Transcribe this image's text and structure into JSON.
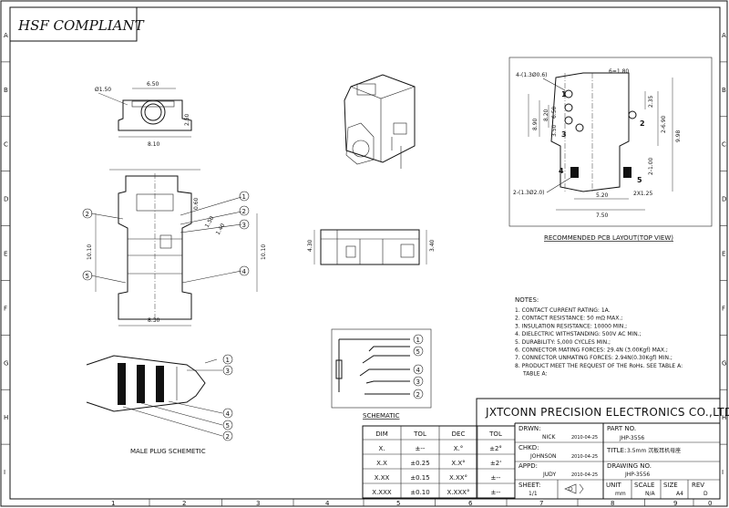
{
  "compliance_label": "HSF COMPLIANT",
  "border": {
    "rows": [
      "A",
      "B",
      "C",
      "D",
      "E",
      "F",
      "G",
      "H",
      "I"
    ],
    "cols": [
      "1",
      "2",
      "3",
      "4",
      "5",
      "6",
      "7",
      "8",
      "9",
      "0"
    ]
  },
  "top_view": {
    "dim_width": "8.10",
    "dim_inner": "6.50",
    "dim_hole": "Ø1.50",
    "dim_height": "2.50"
  },
  "side_view": {
    "dim_left": "10.10",
    "dim_right": "10.10",
    "dim_bottom": "8.30",
    "dim_top": "0.60",
    "dim_a": "1.50",
    "dim_b": "1.40"
  },
  "front_view": {
    "dim_left": "4.30",
    "dim_right": "3.40"
  },
  "pcb_layout": {
    "caption": "RECOMMENDED PCB LAYOUT(TOP VIEW)",
    "dim_spacing": "6=1.80",
    "dim_hole_top": "4-(1.3Ø0.6)",
    "dim_hole_bottom": "2-(1.3Ø2.0)",
    "dim_w1": "5.20",
    "dim_w2": "7.50",
    "dim_slot": "2X1.25",
    "dim_h1": "2.35",
    "dim_h2": "2-6.90",
    "dim_h3": "9.98",
    "dim_h4": "2-1.00",
    "dim_v1": "8.90",
    "dim_v2": "8.20",
    "dim_v3": "6.50",
    "dim_v4": "3.50",
    "pins": [
      "1",
      "2",
      "3",
      "4",
      "5"
    ]
  },
  "callouts": [
    "1",
    "2",
    "3",
    "4",
    "5"
  ],
  "notes": {
    "title": "NOTES:",
    "items": [
      "1. CONTACT CURRENT RATING: 1A.",
      "2. CONTACT RESISTANCE: 50 mΩ MAX.;",
      "3. INSULATION RESISTANCE: 10000 MIN.;",
      "4. DIELECTRIC WITHSTANDING: 500V AC MIN.;",
      "5. DURABILITY: 5,000 CYCLES MIN.;",
      "6. CONNECTOR MATING FORCES: 29.4N (3.00Kgf) MAX.;",
      "7. CONNECTOR UNMATING FORCES: 2.94N(0.30Kgf) MIN.;",
      "8. PRODUCT MEET THE REQUEST OF THE RoHs. SEE TABLE A:",
      "TABLE A:"
    ]
  },
  "schematic": {
    "caption": "SCHEMATIC",
    "pins": [
      "1",
      "5",
      "4",
      "3",
      "2"
    ]
  },
  "plug": {
    "caption": "MALE PLUG SCHEMETIC",
    "callouts": [
      "1",
      "3",
      "4",
      "5",
      "2"
    ]
  },
  "tolerance": {
    "headers": [
      "DIM",
      "TOL",
      "DEC",
      "TOL"
    ],
    "rows": [
      [
        "X.",
        "±--",
        "X.°",
        "±2°"
      ],
      [
        "X.X",
        "±0.25",
        "X.X°",
        "±2'"
      ],
      [
        "X.XX",
        "±0.15",
        "X.XX°",
        "±--"
      ],
      [
        "X.XXX",
        "±0.10",
        "X.XXX°",
        "±--"
      ]
    ]
  },
  "title_block": {
    "company": "JXTCONN PRECISION ELECTRONICS CO.,LTD",
    "drwn_label": "DRWN:",
    "drwn_name": "NICK",
    "drwn_date": "2010-04-25",
    "chkd_label": "CHKD:",
    "chkd_name": "JOHNSON",
    "chkd_date": "2010-04-25",
    "appd_label": "APPD:",
    "appd_name": "JUDY",
    "appd_date": "2010-04-25",
    "sheet_label": "SHEET:",
    "sheet_value": "1/1",
    "part_label": "PART NO.",
    "part_value": "JHP-3556",
    "title_label": "TITLE:",
    "title_value": "3.5mm 沉板耳机母座",
    "drawing_label": "DRAWING NO.",
    "drawing_value": "JHP-3556",
    "unit_label": "UNIT",
    "unit_value": "mm",
    "scale_label": "SCALE",
    "scale_value": "N/A",
    "size_label": "SIZE",
    "size_value": "A4",
    "rev_label": "REV",
    "rev_value": "D"
  }
}
